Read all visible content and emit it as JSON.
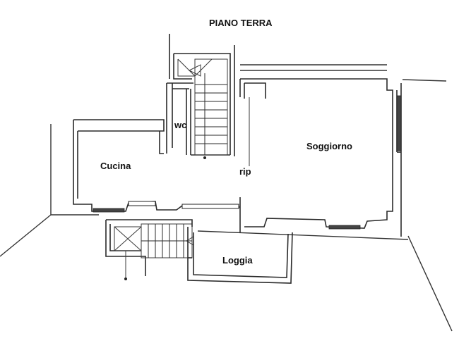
{
  "title": "PIANO TERRA",
  "rooms": {
    "wc": "wc",
    "cucina": "Cucina",
    "soggiorno": "Soggiorno",
    "rip": "rip",
    "loggia": "Loggia"
  },
  "icons": {
    "upper_stair": "staircase-icon",
    "lower_stair": "staircase-icon",
    "window": "window-icon"
  }
}
